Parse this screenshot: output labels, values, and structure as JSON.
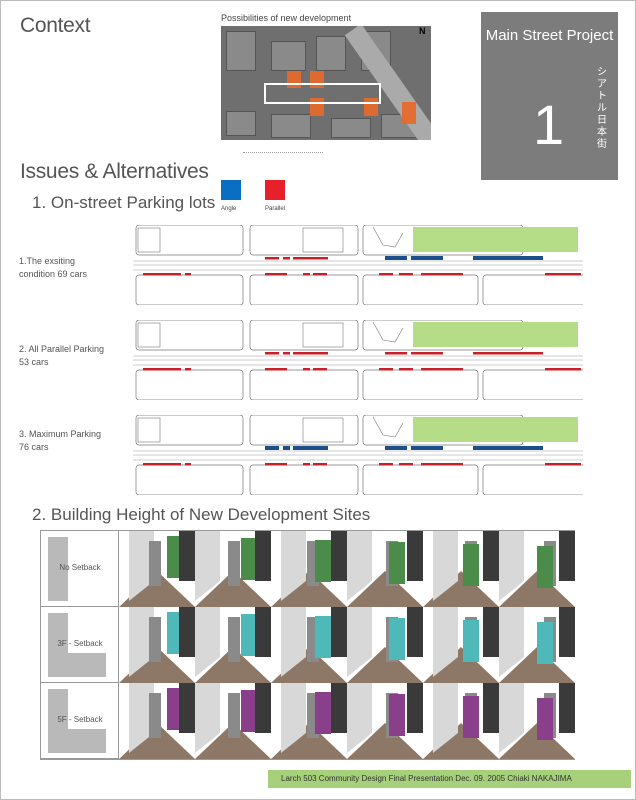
{
  "context": {
    "title": "Context",
    "map_caption": "Possibilities of new development",
    "north_label": "N"
  },
  "title_box": {
    "title": "Main Street Project",
    "number": "1",
    "japanese": "シアトル日本街"
  },
  "issues": {
    "title": "Issues & Alternatives",
    "section1": "1. On-street Parking lots",
    "legend": [
      {
        "label": "Angle",
        "color": "#0a6fc2"
      },
      {
        "label": "Parallel",
        "color": "#e8202a"
      }
    ],
    "cases": [
      {
        "line1": "1.The exsiting",
        "line2": "condition  69 cars",
        "angle": true,
        "angle_west": false
      },
      {
        "line1": "2.  All Parallel Parking",
        "line2": "53 cars",
        "angle": false,
        "angle_west": false
      },
      {
        "line1": "3.  Maximum Parking",
        "line2": "76 cars",
        "angle": true,
        "angle_west": true
      }
    ],
    "colors": {
      "park_green": "#b5dd88",
      "parallel": "#c8202a",
      "angle": "#1d4f8a"
    }
  },
  "section2": {
    "title": "2. Building Height of New Development Sites",
    "rows": [
      {
        "label": "No Setback",
        "accent": "#4c8c4a"
      },
      {
        "label": "3F - Setback",
        "accent": "#4fb8b8"
      },
      {
        "label": "5F - Setback",
        "accent": "#8a3f8a"
      }
    ]
  },
  "footer": {
    "text": "Larch 503 Community Design Final Presentation  Dec. 09. 2005   Chiaki NAKAJIMA"
  }
}
